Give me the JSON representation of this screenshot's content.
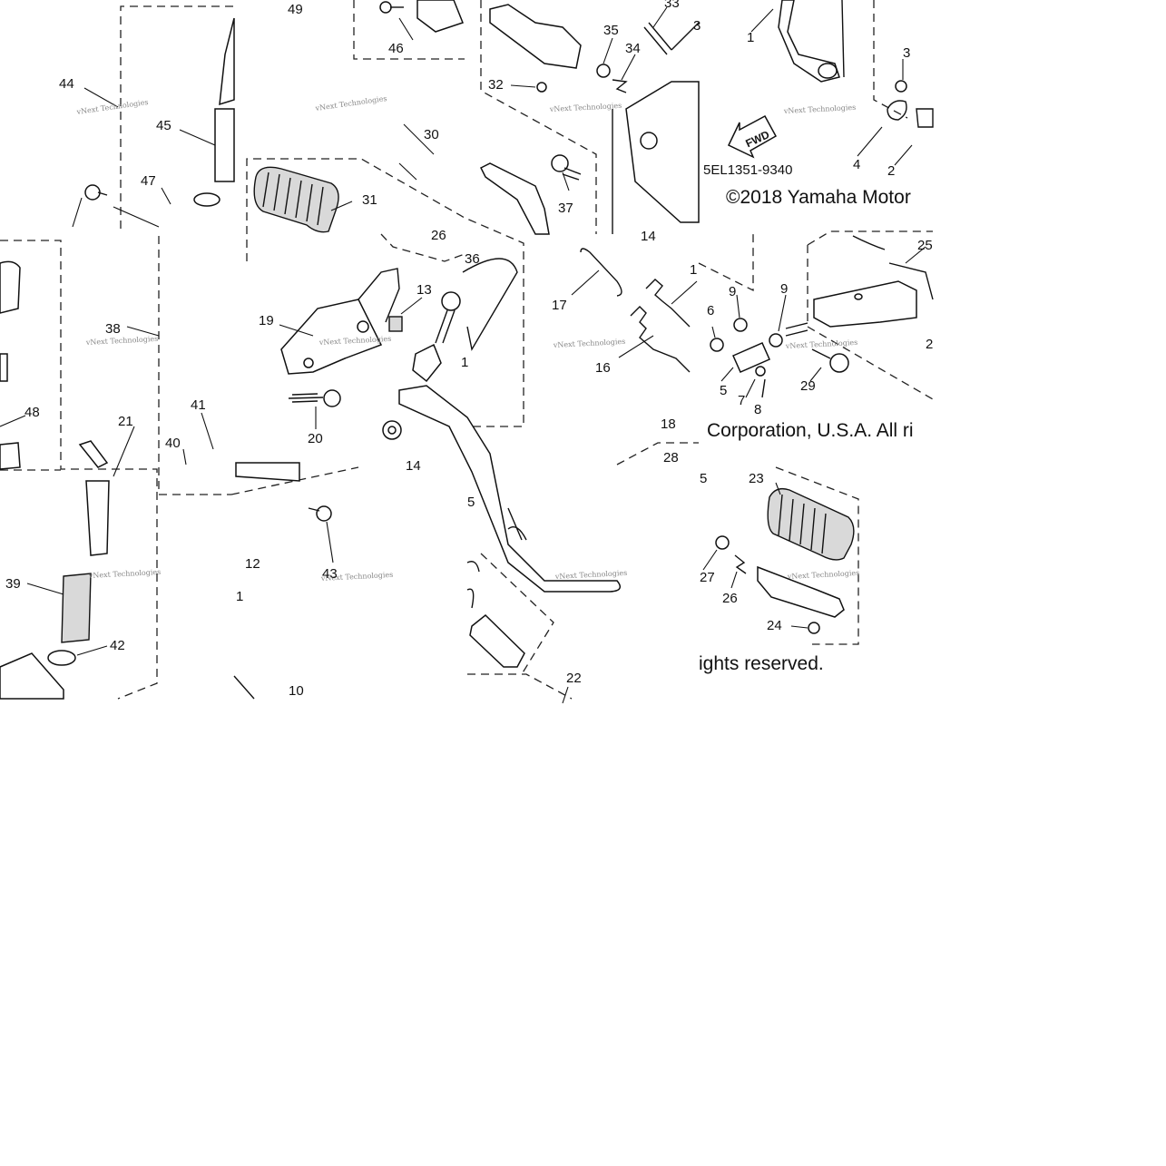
{
  "diagram": {
    "part_code": "5EL1351-9340",
    "copyright": {
      "line1": "©2018 Yamaha Motor",
      "line2": "Corporation, U.S.A. All ri",
      "line3": "ights reserved."
    },
    "fwd_label": "FWD",
    "watermark": "vNext Technologies",
    "callouts": {
      "c1": "1",
      "c2": "2",
      "c3": "3",
      "c4": "4",
      "c5": "5",
      "c6": "6",
      "c7": "7",
      "c8": "8",
      "c9a": "9",
      "c9b": "9",
      "c10": "10",
      "c11": "1",
      "c12": "12",
      "c13": "13",
      "c14": "14",
      "c14b": "14",
      "c15": "5",
      "c16": "16",
      "c17": "17",
      "c18": "18",
      "c19": "19",
      "c1b": "1",
      "c20": "20",
      "c21": "21",
      "c22": "22",
      "c23": "23",
      "c24": "24",
      "c25": "25",
      "c26": "26",
      "c27": "27",
      "c28": "28",
      "c29": "29",
      "c2b": "2",
      "c30": "30",
      "c31": "31",
      "c32": "32",
      "c33": "33",
      "c34": "34",
      "c35": "35",
      "c36": "36",
      "c37": "37",
      "c38": "38",
      "c39": "39",
      "c40": "40",
      "c41": "41",
      "c42": "42",
      "c43": "43",
      "c44": "44",
      "c45": "45",
      "c46": "46",
      "c47": "47",
      "c48": "48",
      "c49": "49",
      "c26b": "26",
      "c3b": "3",
      "c16b": "1"
    }
  }
}
